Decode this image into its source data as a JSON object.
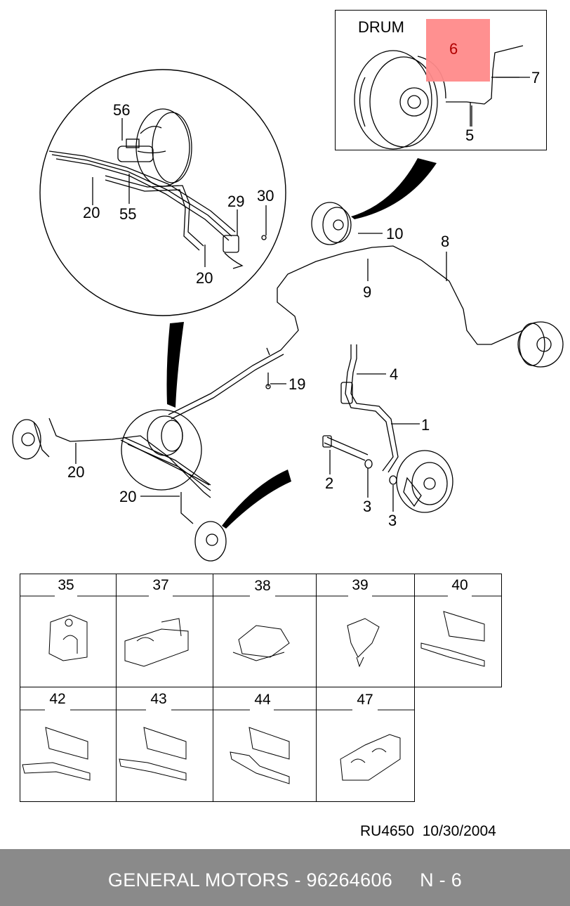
{
  "inset": {
    "title": "DRUM",
    "highlight_number": "6"
  },
  "callouts": {
    "c56": "56",
    "c20a": "20",
    "c55": "55",
    "c29": "29",
    "c30": "30",
    "c20b": "20",
    "c10": "10",
    "c8": "8",
    "c9": "9",
    "c7": "7",
    "c5": "5",
    "c19": "19",
    "c4": "4",
    "c1": "1",
    "c20c": "20",
    "c20d": "20",
    "c2": "2",
    "c3a": "3",
    "c3b": "3"
  },
  "clips": {
    "row1": [
      "35",
      "37",
      "38",
      "39",
      "40"
    ],
    "row2": [
      "42",
      "43",
      "44",
      "47"
    ]
  },
  "document": {
    "code": "RU4650",
    "date": "10/30/2004"
  },
  "footer": {
    "text": "GENERAL MOTORS - 96264606     N - 6"
  },
  "colors": {
    "highlight": "#ff8a8a",
    "footer_bg": "#8a8a8a"
  }
}
